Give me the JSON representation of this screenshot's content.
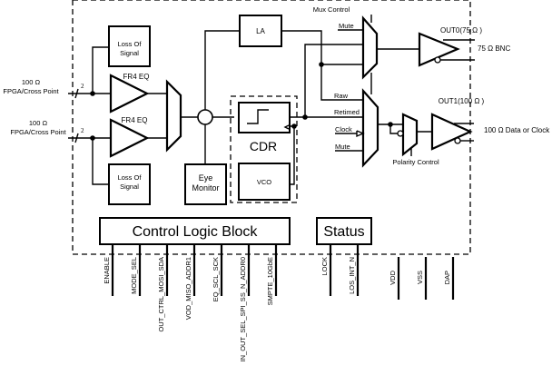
{
  "inputs": [
    {
      "impedance": "100 Ω",
      "label": "FPGA/Cross Point",
      "bus_width": "2"
    },
    {
      "impedance": "100 Ω",
      "label": "FPGA/Cross Point",
      "bus_width": "2"
    }
  ],
  "blocks": {
    "los_top": [
      "Loss Of",
      "Signal"
    ],
    "los_bottom": [
      "Loss Of",
      "Signal"
    ],
    "eq_top": "FR4 EQ",
    "eq_bottom": "FR4 EQ",
    "la": "LA",
    "cdr": "CDR",
    "vco": "VCO",
    "eye_monitor": [
      "Eye",
      "Monitor"
    ],
    "control_logic": "Control Logic Block",
    "status": "Status"
  },
  "mux_top": {
    "control": "Mux Control",
    "inputs": [
      "Mute"
    ]
  },
  "mux_bottom": {
    "inputs": [
      "Raw",
      "Retimed",
      "Clock",
      "Mute"
    ]
  },
  "polarity_control": "Polarity Control",
  "outputs": [
    {
      "name": "OUT0(75 Ω )",
      "dest": "75 Ω BNC"
    },
    {
      "name": "OUT1(100 Ω )",
      "dest": "100 Ω Data or Clock"
    }
  ],
  "control_pins": [
    "ENABLE",
    "MODE_SEL",
    "OUT_CTRL_MOSI_SDA",
    "VOD_MISO_ADDR1",
    "EQ_SCL_SCK",
    "IN_OUT_SEL_SPI_SS_N_ADDR0",
    "SMPTE_10GbE"
  ],
  "status_pins": [
    "LOCK",
    "LOS_INT_N"
  ],
  "power_pins": [
    "VDD",
    "VSS",
    "DAP"
  ]
}
